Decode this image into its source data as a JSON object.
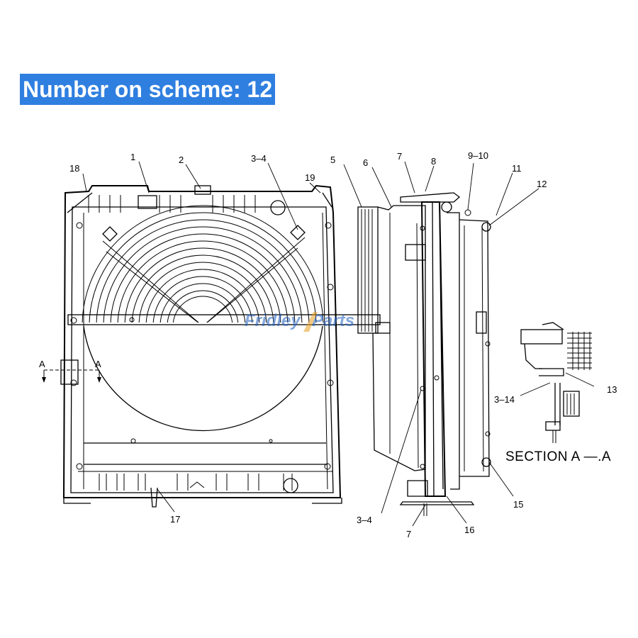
{
  "banner": {
    "text": "Number on scheme: 12"
  },
  "labels": {
    "l18": "18",
    "l1": "1",
    "l2": "2",
    "l3_4_top": "3–4",
    "l19": "19",
    "l5": "5",
    "l6": "6",
    "l7_top": "7",
    "l8": "8",
    "l9_10": "9–10",
    "l11": "11",
    "l12": "12",
    "l13": "13",
    "l3_14": "3–14",
    "l15": "15",
    "l16": "16",
    "l7_bottom": "7",
    "l3_4_bottom": "3–4",
    "l17": "17",
    "section_a_left": "A",
    "section_a_right": "A"
  },
  "section_caption": "SECTION A —.A",
  "watermark": {
    "part1": "Fridley",
    "part2": "Parts"
  },
  "colors": {
    "banner": "#2f7fe0",
    "watermark_blue": "#1f5fc0",
    "watermark_orange": "#e8a020"
  }
}
